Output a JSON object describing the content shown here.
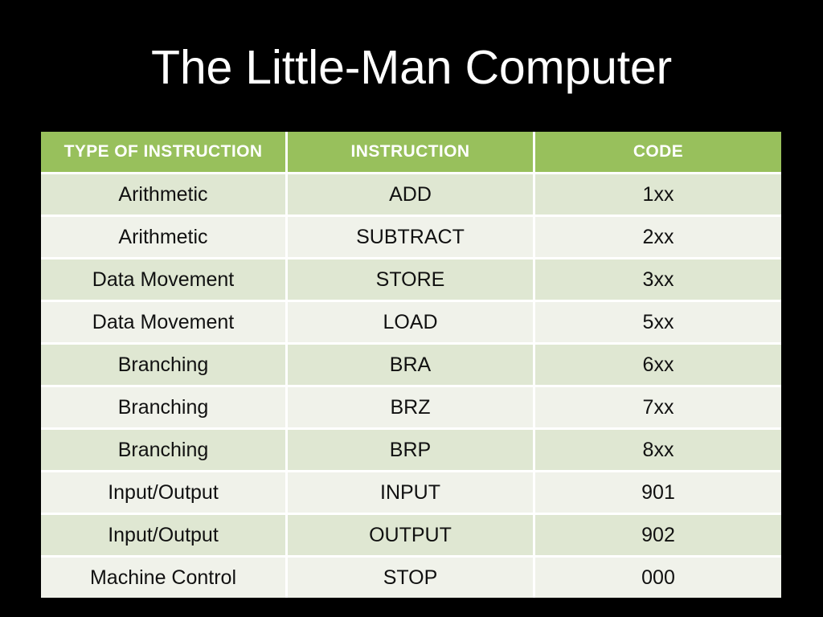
{
  "slide": {
    "title": "The Little-Man Computer",
    "background_color": "#000000",
    "title_color": "#ffffff"
  },
  "table": {
    "header_bg": "#98c05c",
    "header_text_color": "#ffffff",
    "row_band_a": "#dfe7d2",
    "row_band_b": "#f0f2ea",
    "columns": [
      {
        "label": "TYPE OF INSTRUCTION"
      },
      {
        "label": "INSTRUCTION"
      },
      {
        "label": "CODE"
      }
    ],
    "rows": [
      {
        "type": "Arithmetic",
        "instruction": "ADD",
        "code": "1xx"
      },
      {
        "type": "Arithmetic",
        "instruction": "SUBTRACT",
        "code": "2xx"
      },
      {
        "type": "Data Movement",
        "instruction": "STORE",
        "code": "3xx"
      },
      {
        "type": "Data Movement",
        "instruction": "LOAD",
        "code": "5xx"
      },
      {
        "type": "Branching",
        "instruction": "BRA",
        "code": "6xx"
      },
      {
        "type": "Branching",
        "instruction": "BRZ",
        "code": "7xx"
      },
      {
        "type": "Branching",
        "instruction": "BRP",
        "code": "8xx"
      },
      {
        "type": "Input/Output",
        "instruction": "INPUT",
        "code": "901"
      },
      {
        "type": "Input/Output",
        "instruction": "OUTPUT",
        "code": "902"
      },
      {
        "type": "Machine Control",
        "instruction": "STOP",
        "code": "000"
      }
    ]
  }
}
